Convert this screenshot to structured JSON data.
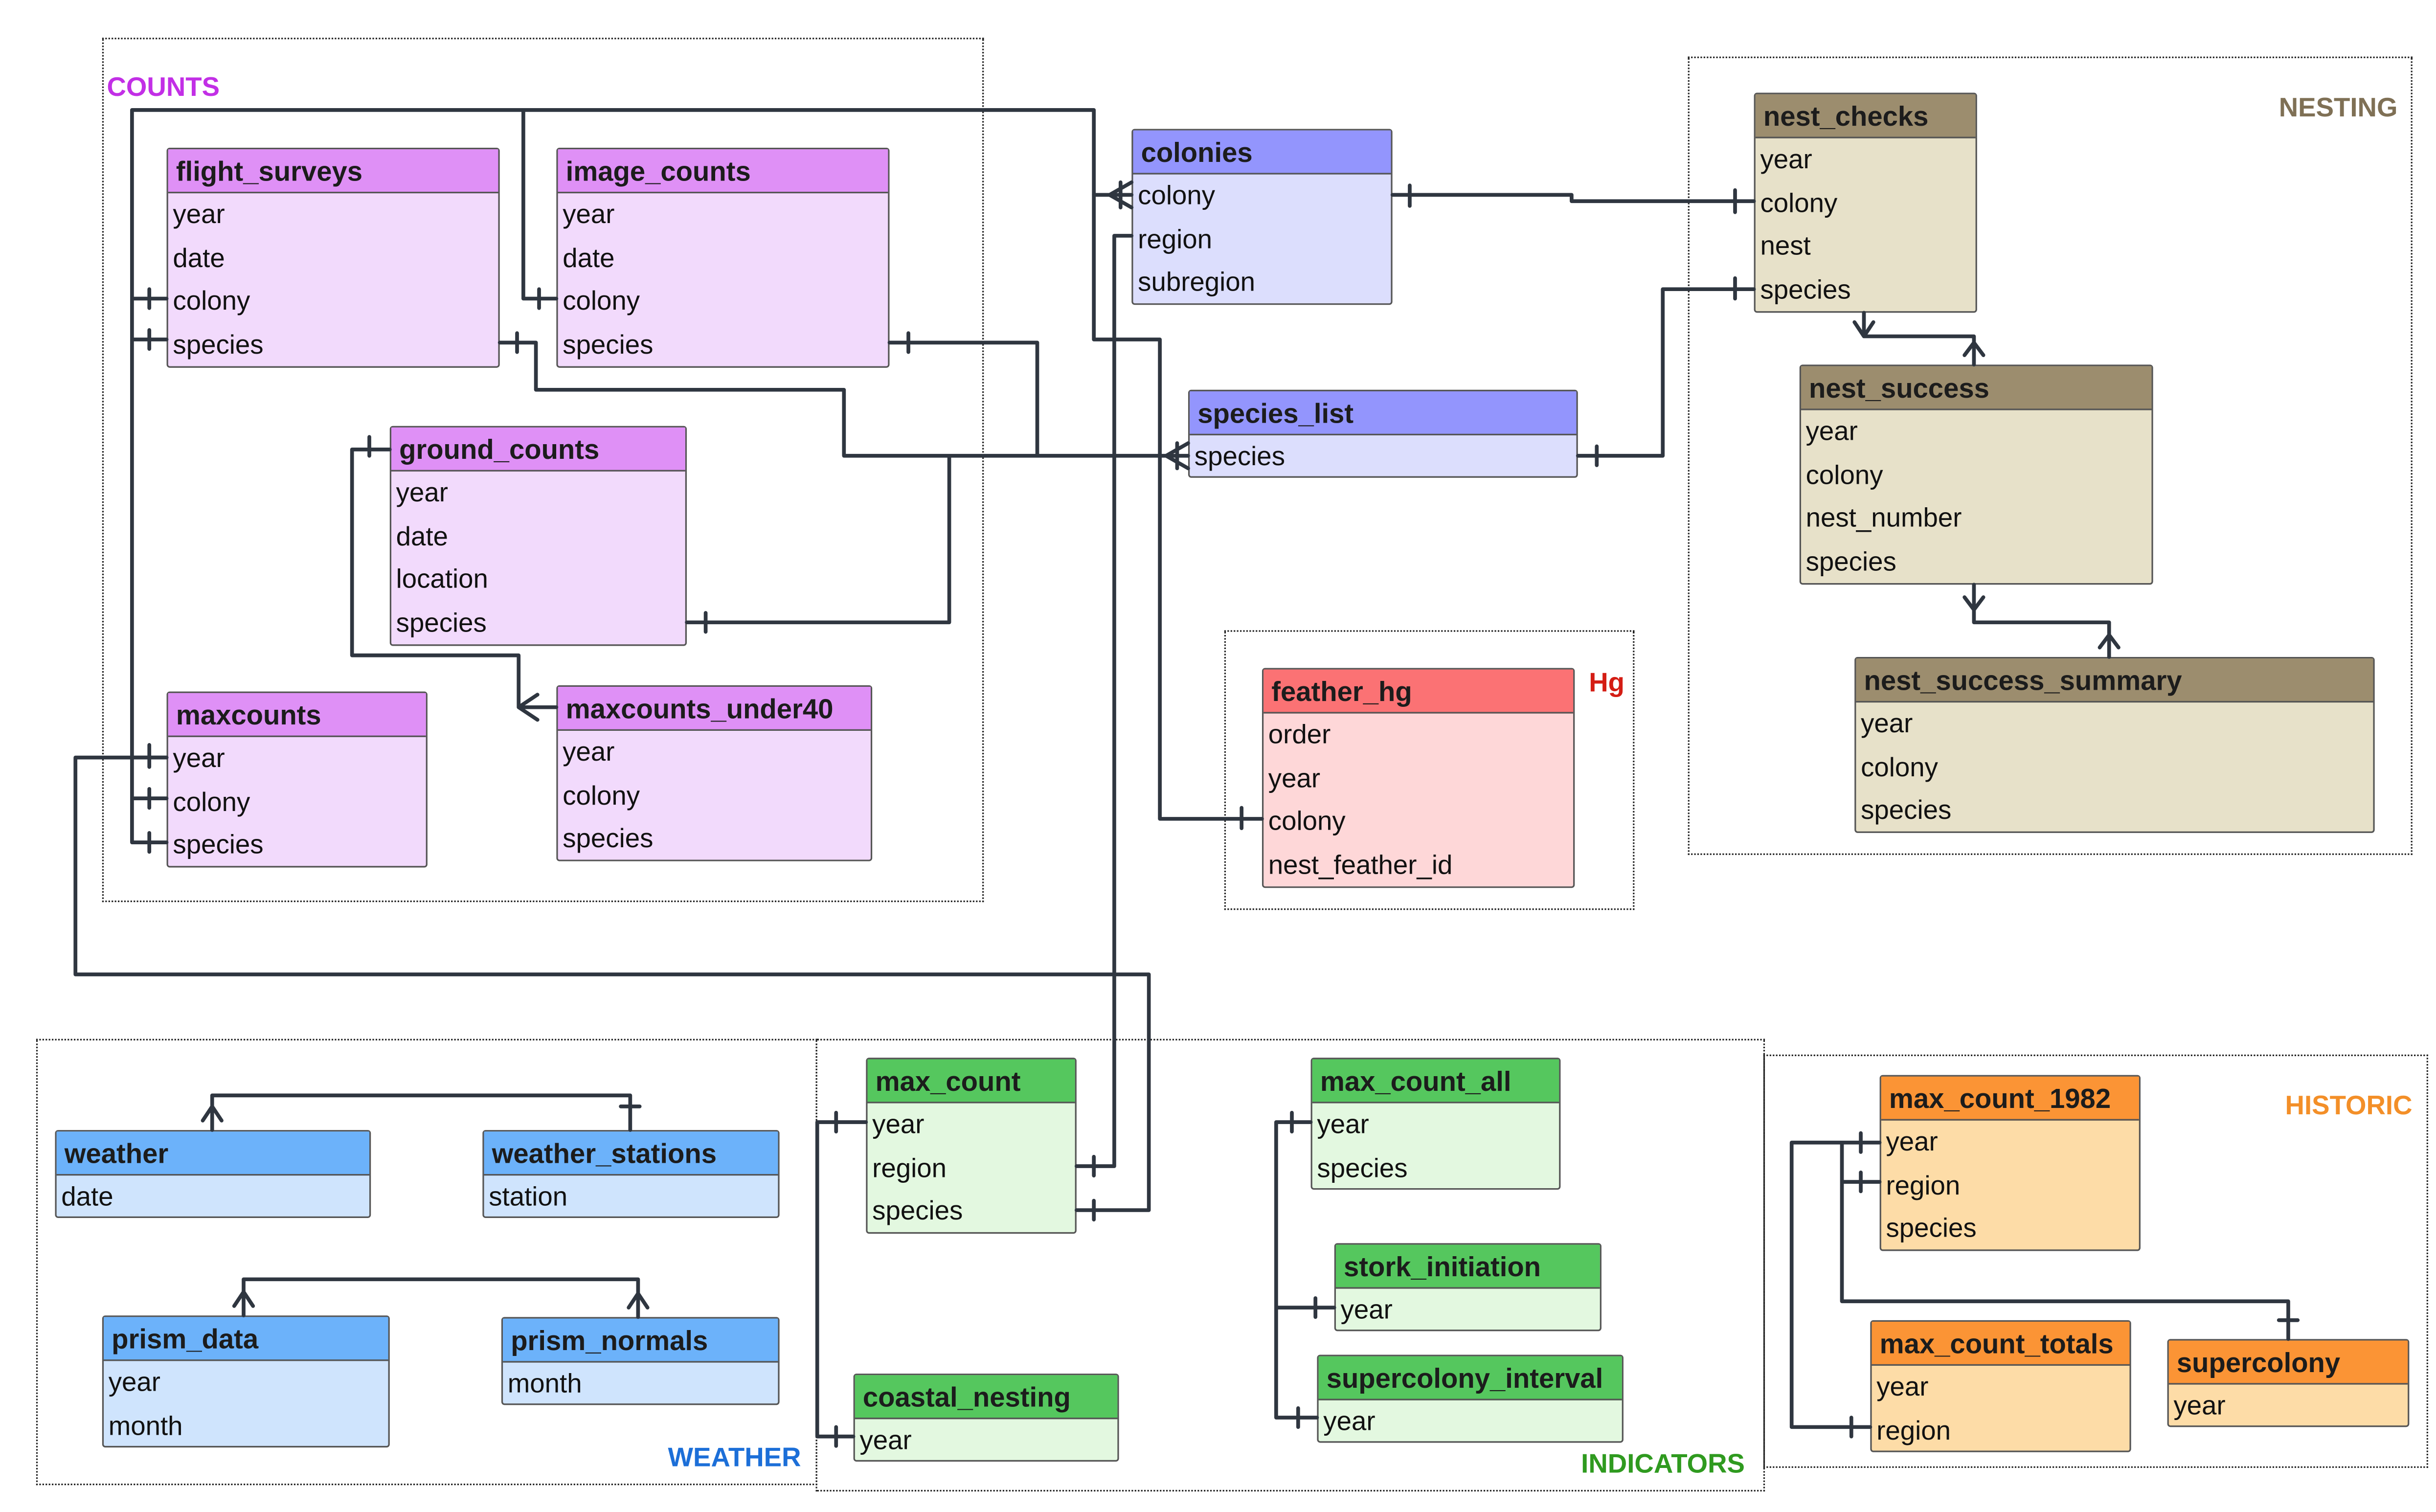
{
  "groups": {
    "counts": "COUNTS",
    "nesting": "NESTING",
    "hg": "Hg",
    "weather": "WEATHER",
    "indicators": "INDICATORS",
    "historic": "HISTORIC"
  },
  "colors": {
    "counts_header": "#df90f6",
    "counts_body": "#f2dafc",
    "lookup_header": "#9395fd",
    "lookup_body": "#dcdefd",
    "nesting_header": "#9c8d6e",
    "nesting_body": "#e7e1c9",
    "hg_header": "#fb7274",
    "hg_body": "#fed7d8",
    "weather_header": "#6cb2fa",
    "weather_body": "#cfe4fd",
    "indicators_header": "#55c75e",
    "indicators_body": "#e3f8e0",
    "historic_header": "#fb9435",
    "historic_body": "#fddca7",
    "label_counts": "#c22fe6",
    "label_nesting": "#7f7055",
    "label_hg": "#d41d14",
    "label_weather": "#1c6fd8",
    "label_indicators": "#2f9a1f",
    "label_historic": "#f38f28",
    "connector": "#2f3640"
  },
  "tables": {
    "flight_surveys": {
      "name": "flight_surveys",
      "fields": [
        "year",
        "date",
        "colony",
        "species"
      ]
    },
    "image_counts": {
      "name": "image_counts",
      "fields": [
        "year",
        "date",
        "colony",
        "species"
      ]
    },
    "ground_counts": {
      "name": "ground_counts",
      "fields": [
        "year",
        "date",
        "location",
        "species"
      ]
    },
    "maxcounts": {
      "name": "maxcounts",
      "fields": [
        "year",
        "colony",
        "species"
      ]
    },
    "maxcounts_under40": {
      "name": "maxcounts_under40",
      "fields": [
        "year",
        "colony",
        "species"
      ]
    },
    "colonies": {
      "name": "colonies",
      "fields": [
        "colony",
        "region",
        "subregion"
      ]
    },
    "species_list": {
      "name": "species_list",
      "fields": [
        "species"
      ]
    },
    "feather_hg": {
      "name": "feather_hg",
      "fields": [
        "order",
        "year",
        "colony",
        "nest_feather_id"
      ]
    },
    "nest_checks": {
      "name": "nest_checks",
      "fields": [
        "year",
        "colony",
        "nest",
        "species"
      ]
    },
    "nest_success": {
      "name": "nest_success",
      "fields": [
        "year",
        "colony",
        "nest_number",
        "species"
      ]
    },
    "nest_success_summary": {
      "name": "nest_success_summary",
      "fields": [
        "year",
        "colony",
        "species"
      ]
    },
    "weather": {
      "name": "weather",
      "fields": [
        "date"
      ]
    },
    "weather_stations": {
      "name": "weather_stations",
      "fields": [
        "station"
      ]
    },
    "prism_data": {
      "name": "prism_data",
      "fields": [
        "year",
        "month"
      ]
    },
    "prism_normals": {
      "name": "prism_normals",
      "fields": [
        "month"
      ]
    },
    "max_count": {
      "name": "max_count",
      "fields": [
        "year",
        "region",
        "species"
      ]
    },
    "coastal_nesting": {
      "name": "coastal_nesting",
      "fields": [
        "year"
      ]
    },
    "max_count_all": {
      "name": "max_count_all",
      "fields": [
        "year",
        "species"
      ]
    },
    "stork_initiation": {
      "name": "stork_initiation",
      "fields": [
        "year"
      ]
    },
    "supercolony_interval": {
      "name": "supercolony_interval",
      "fields": [
        "year"
      ]
    },
    "max_count_1982": {
      "name": "max_count_1982",
      "fields": [
        "year",
        "region",
        "species"
      ]
    },
    "max_count_totals": {
      "name": "max_count_totals",
      "fields": [
        "year",
        "region"
      ]
    },
    "supercolony": {
      "name": "supercolony",
      "fields": [
        "year"
      ]
    }
  }
}
